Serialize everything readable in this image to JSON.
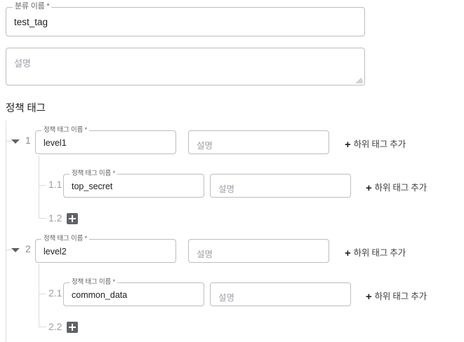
{
  "form": {
    "taxonomy_name": {
      "label": "분류 이름 *",
      "value": "test_tag"
    },
    "description": {
      "placeholder": "설명",
      "value": ""
    }
  },
  "section": {
    "title": "정책 태그"
  },
  "labels": {
    "policy_tag_name": "정책 태그 이름 *",
    "description_placeholder": "설명",
    "add_child_tag": "하위 태그 추가",
    "plus": "+"
  },
  "tree": [
    {
      "index": "1",
      "name": "level1",
      "description": "",
      "expanded": true,
      "children": [
        {
          "index": "1.1",
          "name": "top_secret",
          "description": ""
        },
        {
          "index": "1.2",
          "is_add_slot": true
        }
      ]
    },
    {
      "index": "2",
      "name": "level2",
      "description": "",
      "expanded": true,
      "children": [
        {
          "index": "2.1",
          "name": "common_data",
          "description": ""
        },
        {
          "index": "2.2",
          "is_add_slot": true
        }
      ]
    }
  ],
  "colors": {
    "border": "#bdbdbd",
    "tree_line": "#dadce0",
    "text": "#202124",
    "muted": "#9aa0a6",
    "button_dark": "#5f6368"
  }
}
